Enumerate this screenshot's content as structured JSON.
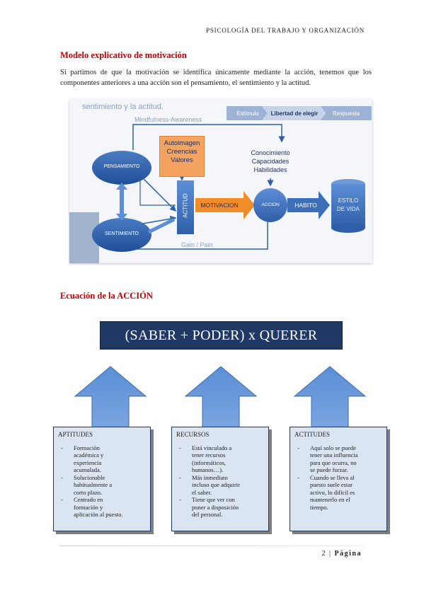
{
  "header": {
    "running_title": "PSICOLOGÍA DEL TRABAJO Y ORGANIZACIÓN"
  },
  "section1": {
    "heading": "Modelo explicativo de motivación",
    "paragraph": "Si partimos de que la motivación se identifica únicamente mediante la acción, tenemos que los componentes anteriores a una acción son el pensamiento, el sentimiento y la actitud."
  },
  "diagram": {
    "top_text": "sentimiento y la actitud.",
    "chevrons": [
      "Estímulo",
      "Libertad de elegir",
      "Respuesta"
    ],
    "mindfulness": "Mindfulness-Awareness",
    "gain_pain": "Gain / Pain",
    "pensamiento": "PENSAMIENTO",
    "sentimiento": "SENTIMIENTO",
    "actitud": "ACTITUD",
    "actitud_box_lines": [
      "Autoimagen",
      "Creencias",
      "Valores"
    ],
    "accion_box_lines": [
      "Conocimiento",
      "Capacidades",
      "Habilidades"
    ],
    "motivacion": "MOTIVACION",
    "accion": "ACCION",
    "habito": "HABITO",
    "estilo_lines": [
      "ESTILO",
      "DE VIDA"
    ],
    "colors": {
      "ellipse": "#2e5fa8",
      "orange": "#f4a460",
      "arrow_orange": "#f28c28",
      "muted": "#8aa0c4"
    }
  },
  "section2": {
    "heading": "Ecuación de la ACCIÓN",
    "equation": "(SABER + PODER) x QUERER"
  },
  "cards": [
    {
      "title": "APTITUDES",
      "items": [
        "Formación académica y experiencia acumulada.",
        "Solucionable habitualmente a corto plazo.",
        "Centrado en formación y aplicación al puesto."
      ]
    },
    {
      "title": "RECURSOS",
      "items": [
        "Está vinculado a tener recursos (informáticos, humanos…).",
        "Más inmediato incluso que adquirir el saber.",
        "Tiene que ver con poner a disposición del personal."
      ]
    },
    {
      "title": "ACTITUDES",
      "items": [
        "Aquí solo se puede tener una influencia para que ocurra, no se puede forzar.",
        "Cuando se lleva al puesto suele estar activo, lo difícil es mantenerlo en el tiempo."
      ]
    }
  ],
  "footer": {
    "page_number": "2",
    "page_label": "Página"
  }
}
